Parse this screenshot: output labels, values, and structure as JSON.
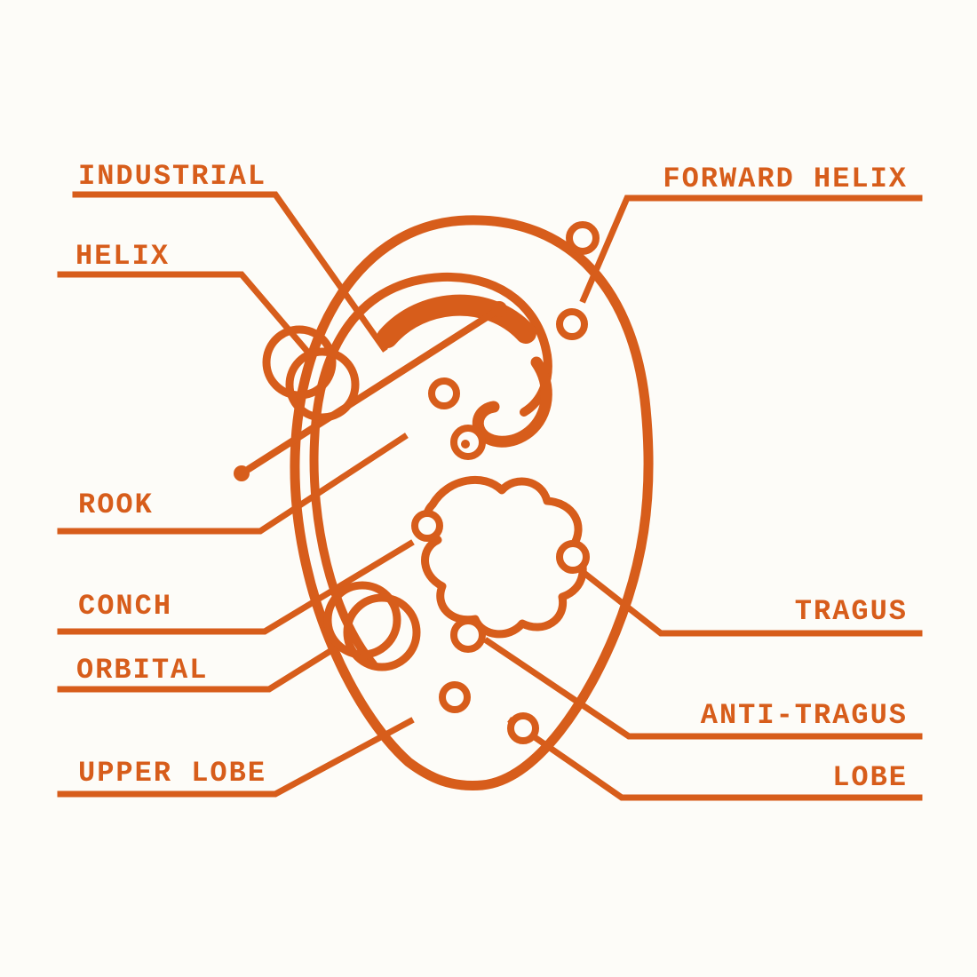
{
  "diagram": {
    "title": "Ear piercing locations diagram",
    "accent_color": "#d75d1b",
    "background_color": "#fdfcf8",
    "labels": {
      "industrial": "INDUSTRIAL",
      "helix": "HELIX",
      "rook": "ROOK",
      "conch": "CONCH",
      "orbital": "ORBITAL",
      "upper_lobe": "UPPER LOBE",
      "forward_helix": "FORWARD HELIX",
      "tragus": "TRAGUS",
      "anti_tragus": "ANTI-TRAGUS",
      "lobe": "LOBE"
    },
    "markers": [
      "industrial-barbell",
      "helix-hoops",
      "forward-helix-stud",
      "rook-stud",
      "daith-stud",
      "conch-stud",
      "orbital-hoops",
      "tragus-stud",
      "anti-tragus-stud",
      "upper-lobe-stud",
      "lobe-stud"
    ]
  }
}
